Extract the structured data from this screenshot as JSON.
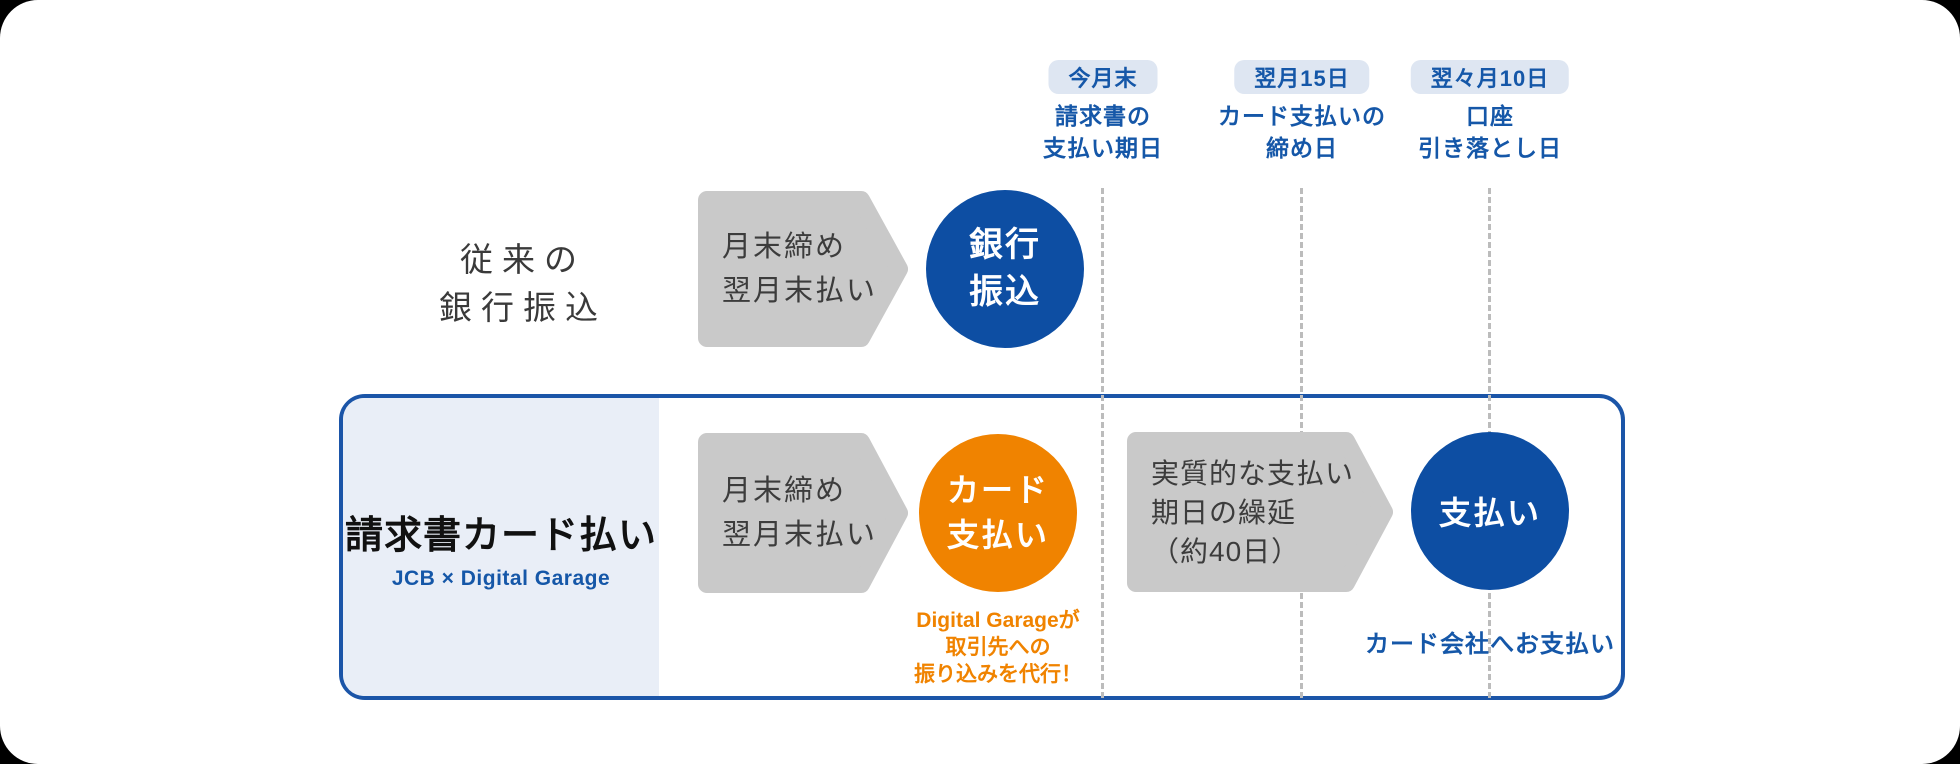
{
  "diagram": {
    "timeline_columns": [
      {
        "badge": "今月末",
        "label_lines": [
          "請求書の",
          "支払い期日"
        ]
      },
      {
        "badge": "翌月15日",
        "label_lines": [
          "カード支払いの",
          "締め日"
        ]
      },
      {
        "badge": "翌々月10日",
        "label_lines": [
          "口座",
          "引き落とし日"
        ]
      }
    ],
    "traditional_row": {
      "label_lines": [
        "従来の",
        "銀行振込"
      ],
      "arrow_lines": [
        "月末締め",
        "翌月末払い"
      ],
      "circle_lines": [
        "銀行",
        "振込"
      ]
    },
    "card_row": {
      "title": "請求書カード払い",
      "subtitle": "JCB × Digital Garage",
      "arrow1_lines": [
        "月末締め",
        "翌月末払い"
      ],
      "circle1_lines": [
        "カード",
        "支払い"
      ],
      "circle1_note_lines": [
        "Digital Garageが",
        "取引先への",
        "振り込みを代行！"
      ],
      "arrow2_lines": [
        "実質的な支払い",
        "期日の繰延",
        "（約40日）"
      ],
      "circle2_label": "支払い",
      "circle2_note": "カード会社へお支払い"
    },
    "colors": {
      "brand_blue": "#0d4ea3",
      "accent_orange": "#f08300",
      "box_border_blue": "#1b55a8",
      "header_text_blue": "#1557a8",
      "badge_bg": "#dee6f2",
      "panel_bg": "#e9eef7",
      "arrow_gray": "#c9c9c9",
      "dash_gray": "#bcbcbc",
      "text_dark": "#3a3a3a"
    }
  }
}
